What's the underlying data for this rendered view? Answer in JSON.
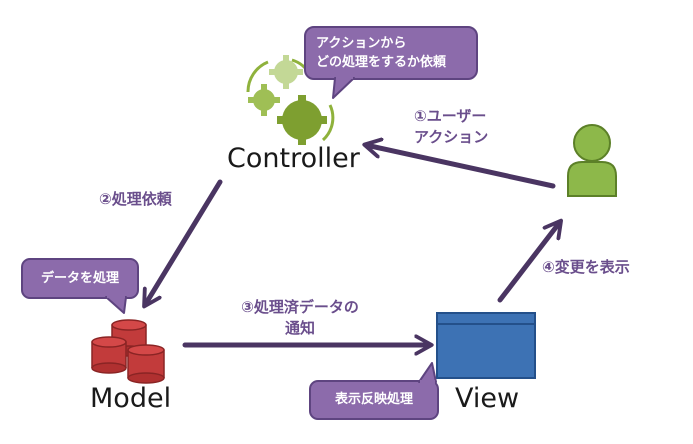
{
  "nodes": {
    "controller": "Controller",
    "model": "Model",
    "view": "View"
  },
  "arrows": {
    "user_action": {
      "line1": "①ユーザー",
      "line2": "アクション"
    },
    "process_request": "②処理依頼",
    "notify": {
      "line1": "③処理済データの",
      "line2": "通知"
    },
    "show_change": "④変更を表示"
  },
  "callouts": {
    "controller": {
      "line1": "アクションから",
      "line2": "どの処理をするか依頼"
    },
    "model": "データを処理",
    "view": "表示反映処理"
  },
  "colors": {
    "arrow": "#4a3562",
    "label": "#6a4e8c",
    "callout_fill": "#8c6bab",
    "callout_border": "#5e4480",
    "gear": "#8fb23c",
    "database": "#c23b3b",
    "window": "#3d72b4",
    "user": "#8db84a"
  },
  "icons": {
    "controller": "gears-icon",
    "model": "database-icon",
    "view": "window-icon",
    "user": "user-icon"
  }
}
